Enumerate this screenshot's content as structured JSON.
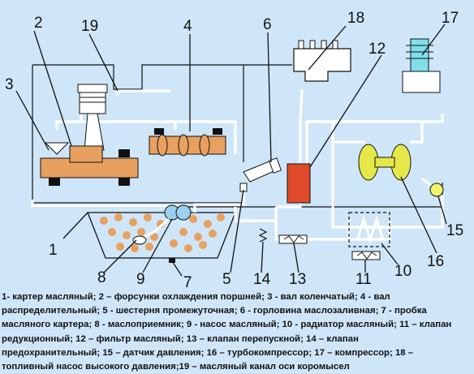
{
  "callouts": {
    "c1": "1",
    "c2": "2",
    "c3": "3",
    "c4": "4",
    "c5": "5",
    "c6": "6",
    "c7": "7",
    "c8": "8",
    "c9": "9",
    "c10": "10",
    "c11": "11",
    "c12": "12",
    "c13": "13",
    "c14": "14",
    "c15": "15",
    "c16": "16",
    "c17": "17",
    "c18": "18",
    "c19": "19"
  },
  "legend": {
    "line1": "1- картер масляный; 2 – форсунки охлаждения поршней; 3 - вал коленчатый; 4 - вал",
    "line2": "распределительный; 5 - шестерня промежуточная; 6 - горловина маслозаливная; 7 - пробка",
    "line3": "масляного картера; 8 - маслоприемник; 9 - насос масляный; 10 - радиатор масляный; 11 – клапан",
    "line4": "редукционный; 12 – фильтр масляный; 13 – клапан перепускной; 14 – клапан",
    "line5": "предохранительный; 15 – датчик давления; 16 – турбокомпрессор; 17 – компрессор; 18 –",
    "line6": "топливный насос высокого давления;19 – масляный канал оси коромысел"
  },
  "colors": {
    "background": "#cfe6f8",
    "oil_pipe": "#ffffff",
    "part_orange": "#e8a060",
    "filter_red": "#e04a2a",
    "compressor_cyan": "#7fe0ec",
    "turbo_yellow": "#e6e84a",
    "sensor_yellow": "#f2f26a"
  }
}
